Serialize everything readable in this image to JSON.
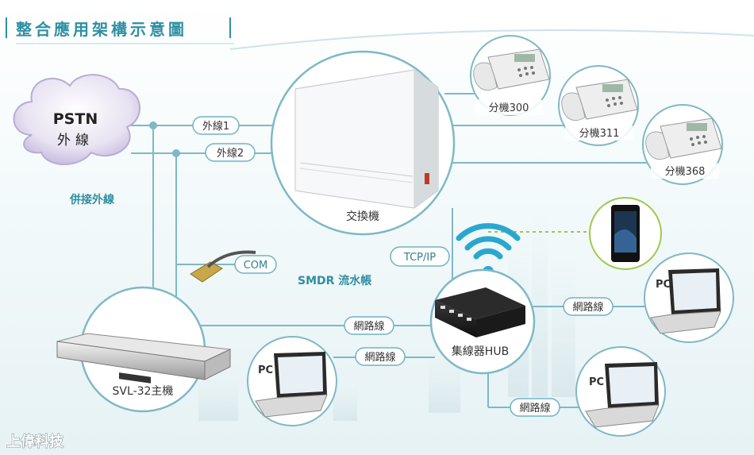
{
  "title": "整合應用架構示意圖",
  "pstn": {
    "line1": "PSTN",
    "line2": "外線"
  },
  "parallel_label": "併接外線",
  "lines": {
    "line1": "外線1",
    "line2": "外線2"
  },
  "pbx_label": "交換機",
  "extensions": [
    {
      "label": "分機300"
    },
    {
      "label": "分機311"
    },
    {
      "label": "分機368"
    }
  ],
  "com_label": "COM",
  "tcpip_label": "TCP/IP",
  "smdr_label": "SMDR 流水帳",
  "svl_label": "SVL-32主機",
  "hub_label": "集線器HUB",
  "network_label": "網路線",
  "pc_label": "PC",
  "brand": "上偉科技",
  "colors": {
    "accent": "#2f8fa3",
    "line": "#7fb8c7",
    "pill_border": "#6fb3c3",
    "wifi": "#2aa7cf",
    "cloud": "#d9d2ea"
  }
}
